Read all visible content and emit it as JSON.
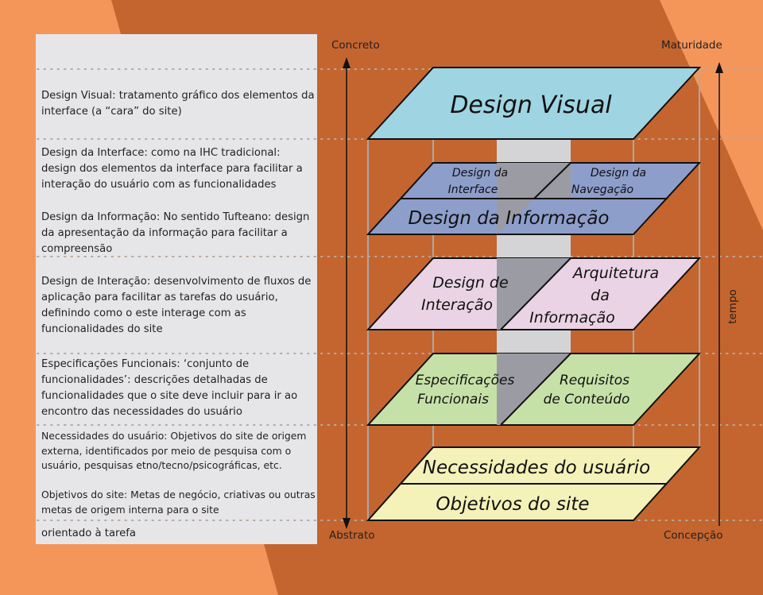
{
  "descriptions": {
    "visual": "Design Visual:   tratamento gráfico dos elementos da interface (a “cara” do site)",
    "interface": "Design da Interface:   como na IHC tradicional: design dos elementos da interface para facilitar a interação do usuário com as funcionalidades",
    "informacao": "Design da Informação:   No sentido Tufteano: design da apresentação da informação para facilitar a compreensão",
    "interacao": "Design de Interação:   desenvolvimento de fluxos de aplicação para facilitar as tarefas do usuário, definindo como o este interage com as funcionalidades do site",
    "especificacoes": "Especificações Funcionais:    ‘conjunto de funcionalidades’: descrições detalhadas de funcionalidades que o site deve incluir para ir ao encontro das necessidades do usuário",
    "necessidades": "Necessidades do usuário:   Objetivos do site de origem externa, identificados por meio de pesquisa com o usuário, pesquisas etno/tecno/psicográficas, etc.",
    "objetivos": "Objetivos do site:  Metas de negócio, criativas ou outras metas de origem interna para o site",
    "orientado": "orientado à tarefa"
  },
  "axis": {
    "concreto": "Concreto",
    "abstrato": "Abstrato",
    "maturidade": "Maturidade",
    "concepcao": "Concepção",
    "tempo": "tempo"
  },
  "layers": {
    "visual": "Design Visual",
    "interface_1": "Design da",
    "interface_2": "Interface",
    "navegacao_1": "Design da",
    "navegacao_2": "Navegação",
    "informacao": "Design da Informação",
    "interacao_1": "Design de",
    "interacao_2": "Interação",
    "arquitetura_1": "Arquitetura",
    "arquitetura_2": "da",
    "arquitetura_3": "Informação",
    "especificacoes_1": "Especificações",
    "especificacoes_2": "Funcionais",
    "requisitos_1": "Requisitos",
    "requisitos_2": "de Conteúdo",
    "necessidades": "Necessidades do usuário",
    "objetivos": "Objetivos do site"
  },
  "colors": {
    "light_orange": "#f4965a",
    "dark_orange": "#c4652f",
    "panel": "#e6e6e8",
    "visual": "#9fd4e2",
    "interface": "#8e9ecb",
    "interacao": "#ead3e5",
    "especificacoes": "#c6e1a8",
    "necessidades": "#f4f1b9"
  }
}
